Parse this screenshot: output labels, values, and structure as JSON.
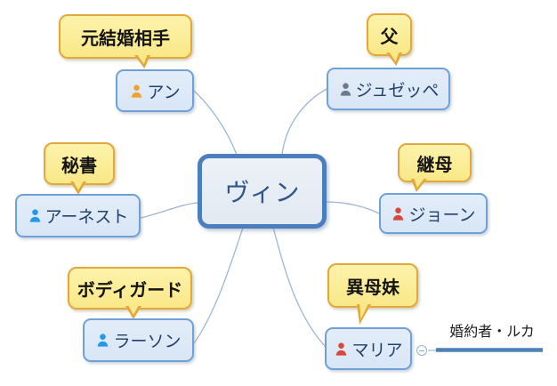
{
  "diagram": {
    "type": "mindmap-relationship-chart",
    "center": {
      "name": "ヴィン"
    },
    "relations": [
      {
        "relation": "元結婚相手",
        "person": "アン",
        "icon": "person-icon",
        "icon_color": "#efa22f"
      },
      {
        "relation": "父",
        "person": "ジュゼッペ",
        "icon": "person-icon",
        "icon_color": "#6c7a89"
      },
      {
        "relation": "秘書",
        "person": "アーネスト",
        "icon": "person-icon",
        "icon_color": "#2498e8"
      },
      {
        "relation": "継母",
        "person": "ジョーン",
        "icon": "person-icon",
        "icon_color": "#d9473c"
      },
      {
        "relation": "ボディガード",
        "person": "ラーソン",
        "icon": "person-icon",
        "icon_color": "#2498e8"
      },
      {
        "relation": "異母妹",
        "person": "マリア",
        "icon": "person-icon",
        "icon_color": "#d9473c"
      }
    ],
    "branch": {
      "label": "婚約者・ルカ",
      "toggle_icon": "collapse-minus-toggle"
    },
    "colors": {
      "node_border": "#6fa0d6",
      "node_fill": "#dde9f7",
      "node_text": "#23406b",
      "center_border": "#4a7ebe",
      "center_fill": "#e7edf5",
      "bubble_border": "#e2a83c",
      "bubble_fill": "#f9e888",
      "connector": "#9cb7d8",
      "branch_line": "#4c80b8"
    }
  }
}
